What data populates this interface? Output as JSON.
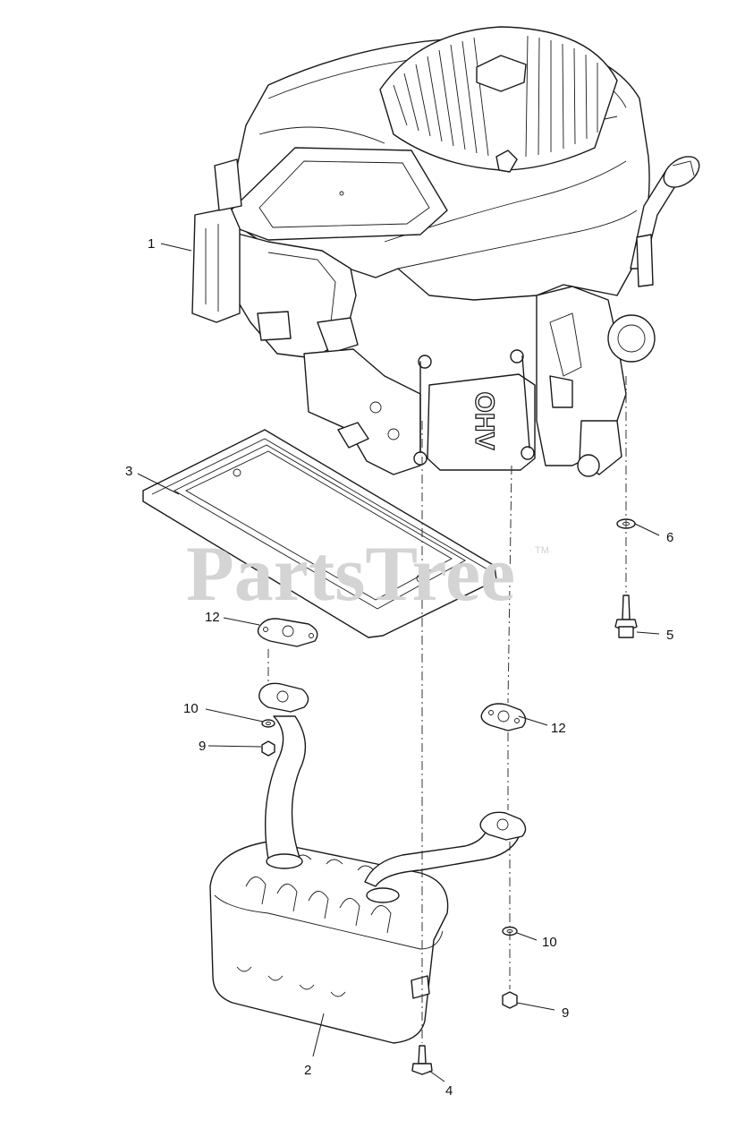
{
  "watermark": {
    "text": "PartsTree",
    "trademark": "TM"
  },
  "engine_marking": "OHV",
  "callouts": [
    {
      "id": "c1",
      "label": "1"
    },
    {
      "id": "c2",
      "label": "2"
    },
    {
      "id": "c3",
      "label": "3"
    },
    {
      "id": "c4",
      "label": "4"
    },
    {
      "id": "c5",
      "label": "5"
    },
    {
      "id": "c6",
      "label": "6"
    },
    {
      "id": "c9a",
      "label": "9"
    },
    {
      "id": "c9b",
      "label": "9"
    },
    {
      "id": "c10a",
      "label": "10"
    },
    {
      "id": "c10b",
      "label": "10"
    },
    {
      "id": "c12a",
      "label": "12"
    },
    {
      "id": "c12b",
      "label": "12"
    }
  ]
}
